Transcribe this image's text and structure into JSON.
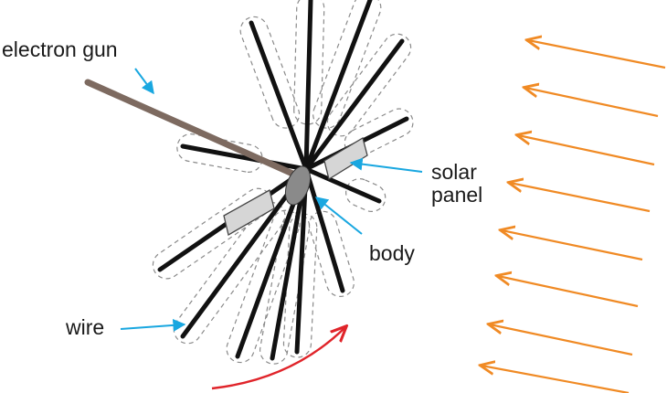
{
  "labels": {
    "electron_gun": "electron gun",
    "solar_panel_line1": "solar",
    "solar_panel_line2": "panel",
    "body": "body",
    "wire": "wire"
  },
  "colors": {
    "wire": "#111111",
    "electron_gun": "#7d6a60",
    "solar_panel_fill": "#d6d6d6",
    "solar_panel_stroke": "#444444",
    "body_fill": "#8a8a8a",
    "sheath_dash": "#8a8a8a",
    "pointer": "#19a7e0",
    "solar_wind": "#f08a24",
    "rotation": "#e0242a",
    "text": "#1a1a1a"
  },
  "icons": {
    "solar_wind": "left-arrow",
    "rotation": "curved-arrow",
    "pointer": "callout-arrow"
  }
}
